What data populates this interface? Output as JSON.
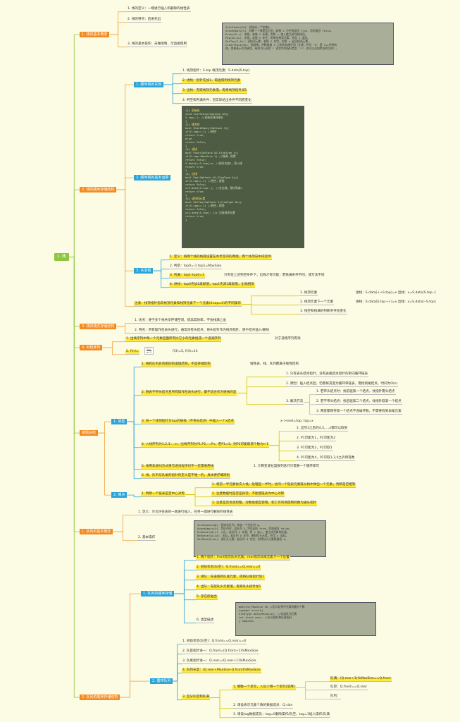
{
  "root": "1. 栈",
  "b1": {
    "label": "1. 栈的基本概念",
    "items": [
      "1. 栈的定义：一端进行插入和删除的线性表",
      "2. 栈的特点：后进先出",
      "3. 栈的基本操作：未做限制，可直接使用"
    ],
    "ops": [
      "InitStack(&S)：初始化一个空栈S。",
      "StackEmpty(S)：判断一个栈是否为空，若栈 S 为空则返回 true，否则返回 false。",
      "Push(&S,x)：进栈，若栈 S 未满，则将 x 加入使之成为新栈顶。",
      "Pop(&S,&x)：出栈，若栈 S 非空，则弹出栈顶元素，并用 x 返回。",
      "GetTop(S,&x)：读栈顶元素，若栈 S 非空，则用 x 返回栈顶元素。",
      "ClearStack(&S)：销毁栈，并释放栈 S 占用的存储空间（注意，符号 \"&\" 是 C++中特有",
      "的，用来表示引用调用，有的书上采用 C 语言中的指针类型 \"*\"，也可以达到传址的目的）。"
    ]
  },
  "b2": {
    "label": "2. 栈的顺序存储结构",
    "seq": {
      "label": "1. 顺序栈的实现",
      "items": [
        "1. 栈顶指针：S.top    栈顶元素：S.data[S.top]",
        "2. 进栈：指针先加1，再送值到栈顶元素",
        "3. 出栈：先取栈顶元素值，再将栈顶指针减1",
        "4. 判空和判满条件：因实际给出条件不同而变化"
      ]
    },
    "ops": {
      "label": "2. 顺序栈的基本运算",
      "code": [
        "(1) 初始化",
        "void InitStack(SqStack &S){",
        "    S.top=-1;   //初始化栈顶指针",
        "}",
        "(2) 栈判空",
        "bool StackEmpty(SqStack S){",
        "    if(S.top==-1)      //栈空",
        "        return true;",
        "    else",
        "        return false;",
        "}",
        "(3) 进栈",
        "bool Push(SqStack &S,ElemType x){",
        "    if(S.top==MaxSize-1)   //栈满，报错",
        "        return false;",
        "    S.data[++S.top]=x;     //指针先加1，再入栈",
        "    return true;",
        "}",
        "(4) 出栈",
        "bool Pop(SqStack &S,ElemType &x){",
        "    if(S.top==-1)          //栈空，报错",
        "        return false;",
        "    x=S.data[S.top--];     //先出栈，指针再减1",
        "    return true;",
        "}",
        "(5) 读栈顶元素",
        "bool GetTop(SqStack S,ElemType &x){",
        "    if(S.top==-1)          //栈空，报错",
        "        return false;",
        "    x=S.data[S.top];       //x 记录栈顶元素",
        "    return true;",
        "}"
      ]
    },
    "shared": {
      "label": "3. 共享栈",
      "items": [
        "1. 定义：将两个栈的栈底设置在共享空间的两端，两个栈顶向中间延伸",
        "2. 判空：top0=-1  top1=MaxSize",
        "3. 判满：top1-top0=1",
        "4. 进栈：top0先加1再赋值，top1先减1再赋值，出栈相反"
      ],
      "note": "只有在上述判空条件下，出栈才有可能；若栈满条件不同，或写法不同"
    },
    "notice": {
      "label": "注意：栈顶指针指向栈顶元素和栈顶元素下一个元素(S.top=0)的不同操作",
      "items": [
        "1. 栈顶元素",
        "2. 栈顶元素下一个元素",
        "3. 栈空和栈满的判断条件会变化"
      ],
      "r1": "进栈：S.data[++S.top]=x    出栈：x=S.data[S.top--]",
      "r2": "进栈：S.data[S.top++]=x    出栈：x=S.data[--S.top]"
    }
  },
  "b3": {
    "label": "3. 栈的链式存储结构",
    "items": [
      "1. 优点：便于多个栈共享存储空间，提高其效率，不会栈满上溢",
      "2. 特点：所有操作在表头进行，通常没有头结点，将头指针作为栈顶指针，便于结点插入/删除"
    ]
  },
  "b4": {
    "label": "4. 出栈序列",
    "items": [
      "1. 出栈序列中每一个元素后面所有比它小的元素组成一个递减序列",
      "2. f(n)="
    ],
    "note1": "对于递增序列有效",
    "frac_top": "C₂ₙⁿ",
    "frac_bot": "n+1",
    "note2": "f(3)=5, f(4)=14"
  },
  "b5": {
    "label": "做题总结",
    "common": {
      "label": "1. 常型",
      "items": [
        "1. 栈和队列具有相同的逻辑结构，不是存储结构",
        "2. 链表不带头结点且所有操作在表头进行，最不适合作为链栈的是",
        "3. 向一个栈顶指针为top的链栈（不带头结点）中插入一个x结点",
        "4. 入栈序列为1,2,3,...,n，出栈序列为P1,P2,...,Pn，若P1=3，则P2可能取值个数为n-1",
        "5. 采用非递归方式重写递归程序时不一定需要用栈",
        "6. 栈、队列与队尾的指针的定义是不唯一的，具体要仔细辨别"
      ],
      "n1": "线性表、栈、队列都属于线性结构",
      "sub2": [
        "1. 只有表头结点指针，没有表尾结点指针的单向循环链表",
        "2. 原因：插入结点后，仍需将其变为循环单链表，需找到尾结点，时间为O(n)",
        "3. 解决方法"
      ],
      "sub23": [
        "1. 若带头结点时：找前驱第一个结点，找指针需头结点",
        "2. 若不带头结点：找后驱第二个结点，找指针取第一个结点",
        "3. 两者都保存第一个结点不会破坏数，不需要找到表尾元素"
      ],
      "n3": "x->next=top; top=x",
      "sub4": [
        "1. 显然3之后的4,5,...,n都可以取到",
        "2. P1可能为1，P2可能为2",
        "3. P1可能为2，P2可取1",
        "4. P1可能为4，P2可取1,3,4之外所有数"
      ],
      "n5": "1. 计算斐波拉契数列迭代只需要一个循环即可"
    },
    "hard": {
      "label": "2. 难点",
      "head": "1. 判断一个链表是否中心对称",
      "items": [
        "1. 将前一半元素依次入栈，处理后一半时，访问一个链表元素就从栈中弹出一个元素，判断是否相等",
        "2. 注意数据时是否是异常，不能使链表为中心对称",
        "3. 注意是否考虑和整，对数组相互使用，和工作项目使用到数为通头指针"
      ]
    }
  },
  "b6": {
    "label": "1. 队列的基本概念",
    "items": [
      "1. 定义：只允许在表的一端进行插入，在另一端进行删除的线性表",
      "2. 基本操作"
    ],
    "ops": [
      "InitQueue(&Q)：初始化队列，构造一个空队列 Q。",
      "QueueEmpty(Q)：判队列空，若队列 Q 为空返回 true，否则返回 false。",
      "EnQueue(&Q,x)：入队，若队列 Q 未满，将 x 加入，使之成为新的队尾。",
      "DeQueue(&Q,&x)：出队，若队列 Q 非空，删除队头元素，并用 x 返回。",
      "GetHead(Q,&x)：读队头元素，若队列 Q 非空，则将队头元素赋值给 x。"
    ]
  },
  "b7": {
    "label": "2. 队列的顺序存储结构",
    "seq": {
      "label": "1. 队列的顺序存储",
      "items": [
        "1. 两个指针：front指示队头元素，rear指示队尾元素下一个位置",
        "2. 初始状态(队空)：Q.front==Q.rear==0",
        "3. 进队：先送值到队尾元素，再将队尾指针加1",
        "4. 出队：先取队头元素值，再将队头指针加1",
        "5. 存在假溢出",
        "6. 类型描述"
      ],
      "code": [
        "#define MaxSize 50          //定义队列中元素的最大个数",
        "typedef struct{",
        "    ElemType data[MaxSize];   //存放队列元素",
        "    int front,rear;           //队头指针和队尾指针",
        "} SqQueue;"
      ]
    },
    "circ": {
      "label": "2. 循环队列",
      "items": [
        "1. 初始状态(队空)：Q.front==Q.rear==0",
        "2. 队首指针进一：Q.front=(Q.front+1)%MaxSize",
        "3. 队尾指针进一：Q.rear=(Q.rear+1)%MaxSize",
        "4. 队列长度：(Q.rear+MaxSize-Q.front)%MaxSize",
        "3. 区分队空和队满"
      ],
      "sub": [
        "1. 牺牲一个单元，入队少用一个单元(常用)",
        "2. 增设表示元素个数的数据成员：Q.size",
        "3. 增设tag数据成员：tag=0删除操作/队空，tag=1插入操作/队满"
      ],
      "r": [
        "队满：(Q.rear+1)%MaxSize==Q.front",
        "队空：Q.front==Q.rear",
        "队列："
      ]
    }
  }
}
